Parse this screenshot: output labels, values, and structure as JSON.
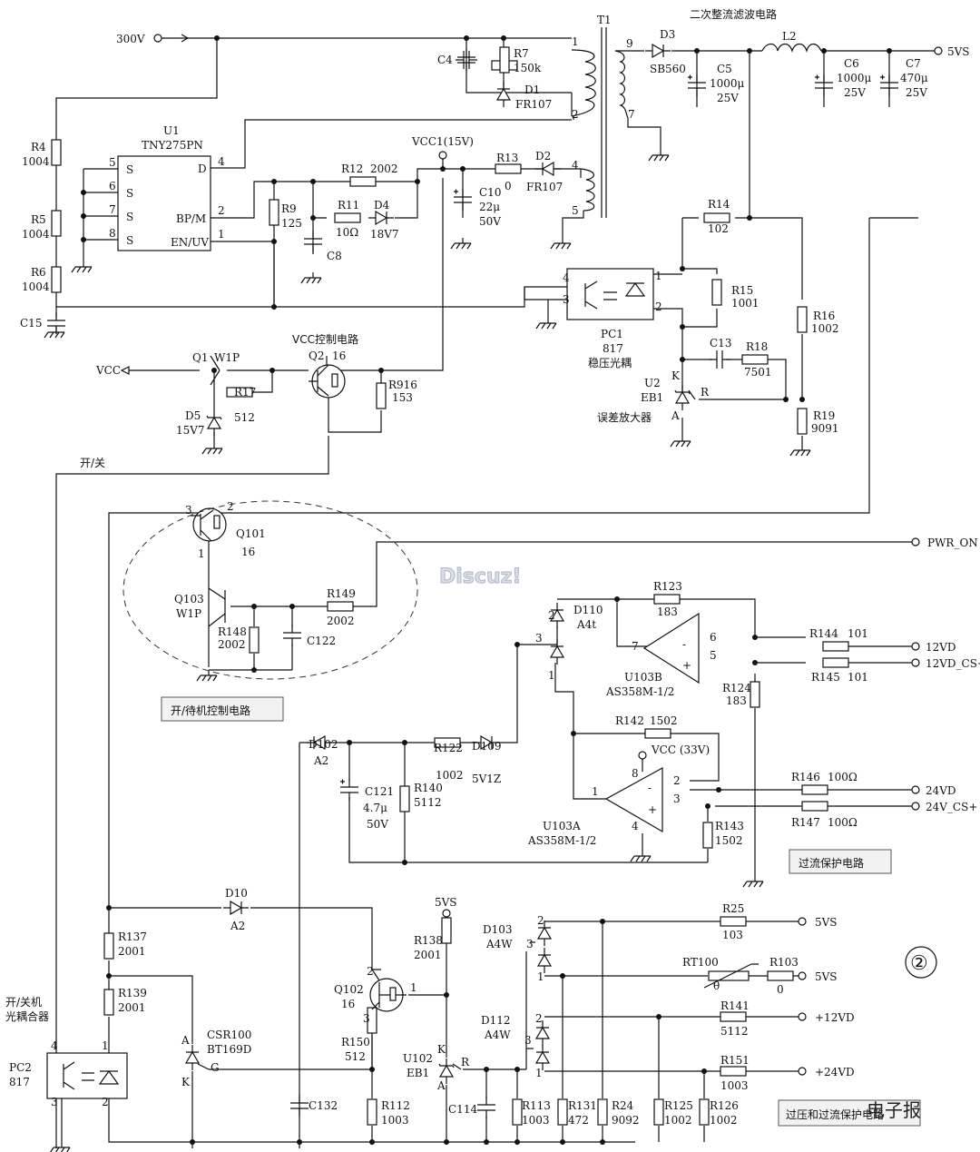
{
  "sections": {
    "secondary_rectifier": "二次整流滤波电路",
    "vcc_control": "VCC控制电路",
    "standby_control": "开/待机控制电路",
    "overcurrent": "过流保护电路",
    "overvoltage": "过压和过流保护电路",
    "power_switch": "开/关",
    "optocoupler_title_1": "开/关机",
    "optocoupler_title_2": "光耦合器",
    "pc1_desc": "稳压光耦",
    "u2_desc": "误差放大器",
    "page_number": "②",
    "watermark_discuz": "Discuz!",
    "watermark_brand": "电子报"
  },
  "nets": {
    "input": "300V",
    "out_5vs": "5VS",
    "vcc": "VCC",
    "vcc1": "VCC1(15V)",
    "pwr_on": "PWR_ON",
    "net_12vd": "12VD",
    "net_12vd_cs": "12VD_CS+",
    "net_24vd": "24VD",
    "net_24v_cs": "24V_CS+",
    "vcc33": "VCC (33V)",
    "rail_5vs": "5VS",
    "out_5vs_a": "5VS",
    "out_5vs_b": "5VS",
    "out_12vd": "+12VD",
    "out_24vd": "+24VD"
  },
  "components": {
    "T1": {
      "ref": "T1",
      "pins": [
        "1",
        "2",
        "9",
        "7",
        "4",
        "5"
      ]
    },
    "U1": {
      "ref": "U1",
      "part": "TNY275PN",
      "pins": [
        "D",
        "S",
        "S",
        "S",
        "S",
        "BP/M",
        "EN/UV",
        "4",
        "5",
        "6",
        "7",
        "8",
        "2",
        "1"
      ]
    },
    "C4": {
      "ref": "C4"
    },
    "R7": {
      "ref": "R7",
      "value": "150k"
    },
    "D1": {
      "ref": "D1",
      "value": "FR107"
    },
    "D3": {
      "ref": "D3",
      "value": "SB560"
    },
    "C5": {
      "ref": "C5",
      "value": "1000μ",
      "voltage": "25V"
    },
    "L2": {
      "ref": "L2"
    },
    "C6": {
      "ref": "C6",
      "value": "1000μ",
      "voltage": "25V"
    },
    "C7": {
      "ref": "C7",
      "value": "470μ",
      "voltage": "25V"
    },
    "R4": {
      "ref": "R4",
      "value": "1004"
    },
    "R5": {
      "ref": "R5",
      "value": "1004"
    },
    "R6": {
      "ref": "R6",
      "value": "1004"
    },
    "C15": {
      "ref": "C15"
    },
    "R9": {
      "ref": "R9",
      "value": "125"
    },
    "R12": {
      "ref": "R12",
      "value": "2002"
    },
    "R11": {
      "ref": "R11",
      "value": "10Ω"
    },
    "D4": {
      "ref": "D4",
      "value": "18V7"
    },
    "C8": {
      "ref": "C8"
    },
    "C10": {
      "ref": "C10",
      "value": "22μ",
      "voltage": "50V"
    },
    "R13": {
      "ref": "R13",
      "value": "0"
    },
    "D2": {
      "ref": "D2",
      "value": "FR107"
    },
    "R14": {
      "ref": "R14",
      "value": "102"
    },
    "PC1": {
      "ref": "PC1",
      "part": "817",
      "pins": [
        "4",
        "3",
        "1",
        "2"
      ]
    },
    "R15": {
      "ref": "R15",
      "value": "1001"
    },
    "R16": {
      "ref": "R16",
      "value": "1002"
    },
    "C13": {
      "ref": "C13"
    },
    "R18": {
      "ref": "R18",
      "value": "7501"
    },
    "U2": {
      "ref": "U2",
      "part": "EB1",
      "pins": [
        "K",
        "A",
        "R"
      ]
    },
    "R19": {
      "ref": "R19",
      "value": "9091"
    },
    "Q1": {
      "ref": "Q1",
      "part": "W1P"
    },
    "Q2": {
      "ref": "Q2",
      "part": "16"
    },
    "R17": {
      "ref": "R17",
      "value": "512"
    },
    "R916": {
      "ref": "R916",
      "value": "153"
    },
    "D5": {
      "ref": "D5",
      "value": "15V7"
    },
    "Q101": {
      "ref": "Q101",
      "part": "16",
      "pins": [
        "3",
        "2",
        "1"
      ]
    },
    "Q103": {
      "ref": "Q103",
      "part": "W1P"
    },
    "R148": {
      "ref": "R148",
      "value": "2002"
    },
    "C122": {
      "ref": "C122"
    },
    "R149": {
      "ref": "R149",
      "value": "2002"
    },
    "R123": {
      "ref": "R123",
      "value": "183"
    },
    "D110": {
      "ref": "D110",
      "part": "A4t",
      "pins": [
        "2",
        "3",
        "1"
      ]
    },
    "U103B": {
      "ref": "U103B",
      "part": "AS358M-1/2",
      "pins": [
        "7",
        "6",
        "5",
        "-",
        "+"
      ]
    },
    "R144": {
      "ref": "R144",
      "value": "101"
    },
    "R145": {
      "ref": "R145",
      "value": "101"
    },
    "R124": {
      "ref": "R124",
      "value": "183"
    },
    "R142": {
      "ref": "R142",
      "value": "1502"
    },
    "D102": {
      "ref": "D102",
      "part": "A2"
    },
    "R122": {
      "ref": "R122",
      "value": "1002"
    },
    "D109": {
      "ref": "D109",
      "value": "5V1Z"
    },
    "C121": {
      "ref": "C121",
      "value": "4.7μ",
      "voltage": "50V"
    },
    "R140": {
      "ref": "R140",
      "value": "5112"
    },
    "U103A": {
      "ref": "U103A",
      "part": "AS358M-1/2",
      "pins": [
        "8",
        "2",
        "3",
        "1",
        "4",
        "-",
        "+"
      ]
    },
    "R143": {
      "ref": "R143",
      "value": "1502"
    },
    "R146": {
      "ref": "R146",
      "value": "100Ω"
    },
    "R147": {
      "ref": "R147",
      "value": "100Ω"
    },
    "D10": {
      "ref": "D10",
      "part": "A2"
    },
    "R137": {
      "ref": "R137",
      "value": "2001"
    },
    "R139": {
      "ref": "R139",
      "value": "2001"
    },
    "PC2": {
      "ref": "PC2",
      "part": "817",
      "pins": [
        "4",
        "3",
        "1",
        "2"
      ]
    },
    "CSR100": {
      "ref": "CSR100",
      "part": "BT169D",
      "pins": [
        "A",
        "K",
        "G"
      ]
    },
    "Q102": {
      "ref": "Q102",
      "part": "16",
      "pins": [
        "2",
        "1",
        "3"
      ]
    },
    "R150": {
      "ref": "R150",
      "value": "512"
    },
    "C132": {
      "ref": "C132"
    },
    "R112": {
      "ref": "R112",
      "value": "1003"
    },
    "R138": {
      "ref": "R138",
      "value": "2001"
    },
    "U102": {
      "ref": "U102",
      "part": "EB1",
      "pins": [
        "K",
        "A",
        "R"
      ]
    },
    "C114": {
      "ref": "C114"
    },
    "D103": {
      "ref": "D103",
      "part": "A4W",
      "pins": [
        "2",
        "3",
        "1"
      ]
    },
    "D112": {
      "ref": "D112",
      "part": "A4W",
      "pins": [
        "2",
        "3",
        "1"
      ]
    },
    "R113": {
      "ref": "R113",
      "value": "1003"
    },
    "R131": {
      "ref": "R131",
      "value": "472"
    },
    "R24": {
      "ref": "R24",
      "value": "9092"
    },
    "R125": {
      "ref": "R125",
      "value": "1002"
    },
    "R126": {
      "ref": "R126",
      "value": "1002"
    },
    "R25": {
      "ref": "R25",
      "value": "103"
    },
    "RT100": {
      "ref": "RT100",
      "symbol": "θ"
    },
    "R103": {
      "ref": "R103",
      "value": "0"
    },
    "R141": {
      "ref": "R141",
      "value": "5112"
    },
    "R151": {
      "ref": "R151",
      "value": "1003"
    }
  }
}
